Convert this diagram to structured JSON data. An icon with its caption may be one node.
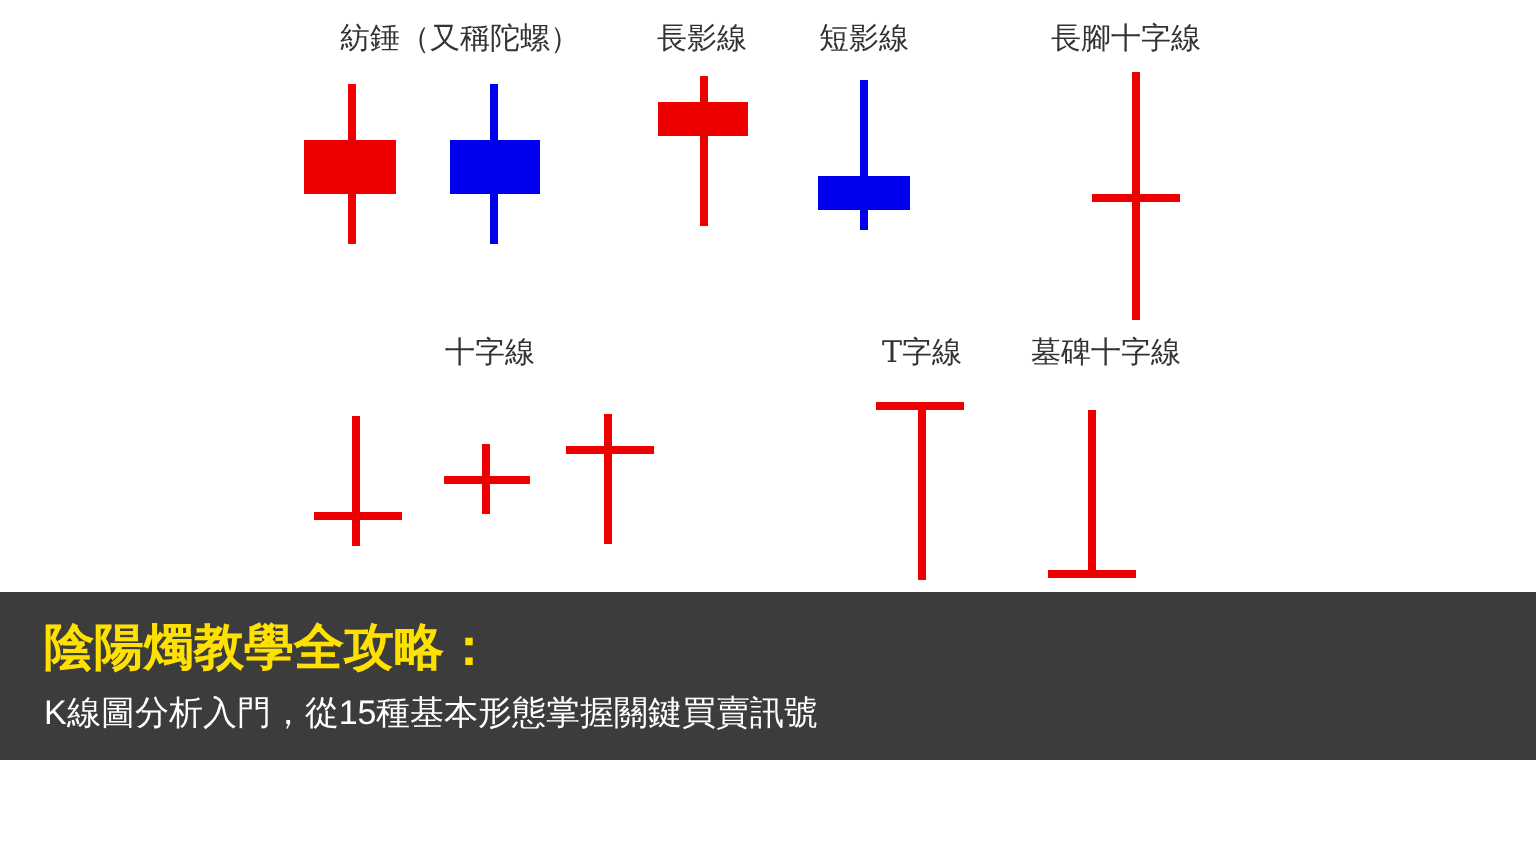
{
  "diagram": {
    "title": "陰陽燭教學全攻略：",
    "caption": "K線圖分析入門，從15種基本形態掌握關鍵買賣訊號",
    "labels": [
      "紡錘（又稱陀螺）",
      "長影線",
      "短影線",
      "長腳十字線",
      "十字線",
      "T字線",
      "墓碑十字線"
    ]
  }
}
